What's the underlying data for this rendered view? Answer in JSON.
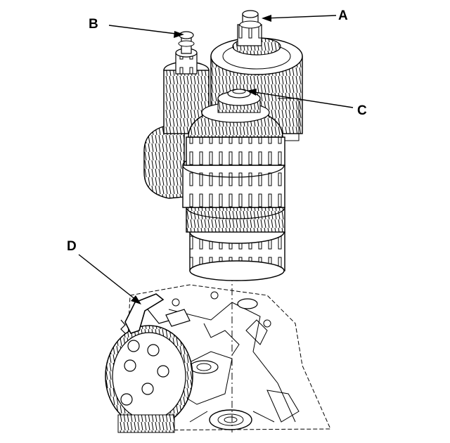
{
  "diagram": {
    "callouts": {
      "a": "A",
      "b": "B",
      "c": "C",
      "d": "D"
    },
    "line_color": "#000000",
    "background": "#ffffff"
  }
}
